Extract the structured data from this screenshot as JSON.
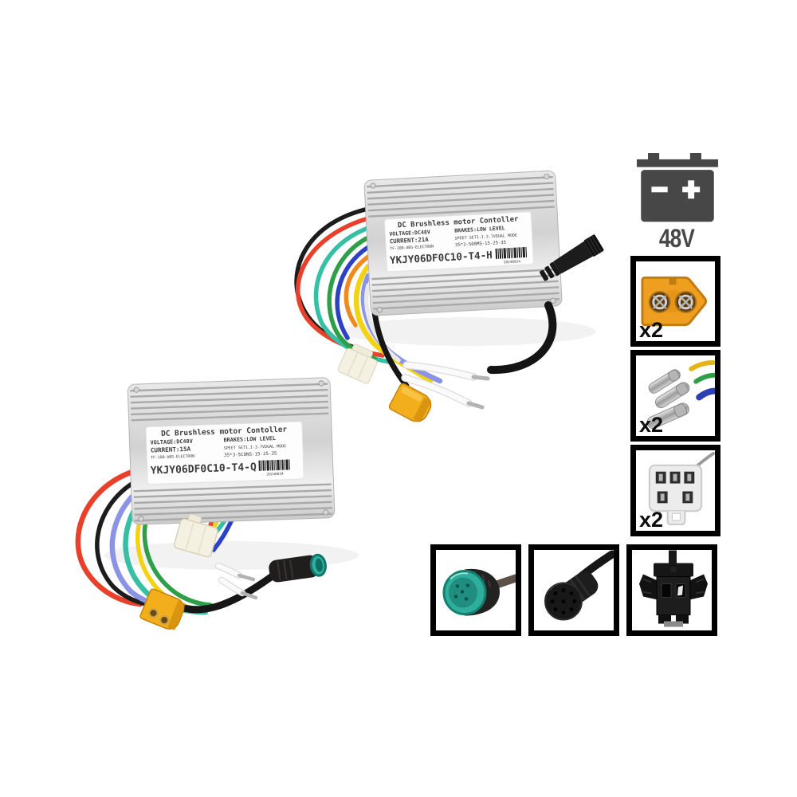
{
  "product": {
    "description_visible_text_only": true,
    "background_color": "#ffffff"
  },
  "controllers": [
    {
      "name": "controller-21a",
      "label": {
        "title": "DC Brushless motor Contoller",
        "voltage": "VOLTAGE:DC48V",
        "brakes": "BRAKES:LOW LEVEL",
        "current": "CURRENT:21A",
        "speed": "SPEET SET1.1-3.7VDUAL MODE",
        "code": "TF-100-ABS-ELECTRON",
        "spec": "35*3-500MS-15-25-35",
        "model": "YKJY06DF0C10-T4-H",
        "serial": "20240024"
      }
    },
    {
      "name": "controller-15a",
      "label": {
        "title": "DC Brushless motor Contoller",
        "voltage": "VOLTAGE:DC48V",
        "brakes": "BRAKES:LOW LEVEL",
        "current": "CURRENT:15A",
        "speed": "SPEET SET1.1-3.7VDUAL MODE",
        "code": "TF-100-ABS-ELECTRON",
        "spec": "35*3-5CONS-15-25-35",
        "model": "YKJY06DF0C10-T4-Q",
        "serial": "20240034"
      }
    }
  ],
  "battery": {
    "label": "48V",
    "color": "#474747"
  },
  "insets": [
    {
      "name": "xt60-connector",
      "qty": "x2"
    },
    {
      "name": "bullet-connectors",
      "qty": "x2"
    },
    {
      "name": "five-pin-plug",
      "qty": "x2"
    },
    {
      "name": "waterproof-green-ring-connector",
      "qty": ""
    },
    {
      "name": "round-multipin-connector",
      "qty": ""
    },
    {
      "name": "clip-connector",
      "qty": ""
    }
  ],
  "colors": {
    "case_silver": "#dcdcdc",
    "xt60_yellow": "#f2ae1b",
    "teal_ring": "#2fb0a0",
    "wire_red": "#e8402a",
    "wire_black": "#1c1c1c",
    "wire_teal": "#35bfa4",
    "wire_green": "#2e9e49",
    "wire_blue": "#2b41c8",
    "wire_orange": "#f08a1d",
    "wire_yellow": "#f2d313",
    "wire_lavender": "#8a93e6",
    "wire_white": "#fafafa"
  }
}
